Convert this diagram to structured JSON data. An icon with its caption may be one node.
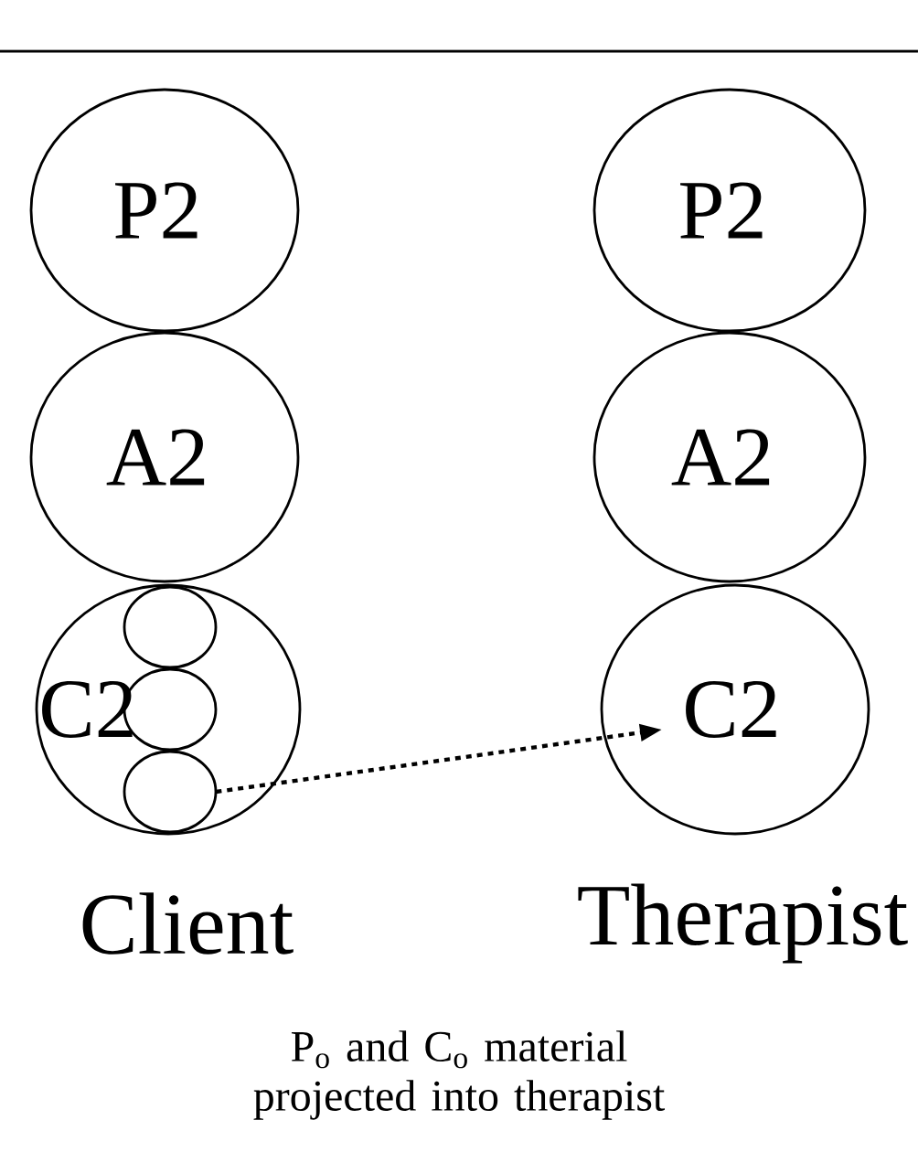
{
  "diagram": {
    "caption": "P$_{o}$ and C$_{o}$ material projected into therapist",
    "nodes": [
      {
        "text": [
          "P2"
        ]
      },
      {
        "text": [
          "A2"
        ]
      },
      {
        "text": [
          "C2"
        ]
      },
      {
        "text": [],
        "shape": "circle",
        "in": 2
      },
      {
        "text": [],
        "shape": "circle",
        "in": 2
      },
      {
        "text": [],
        "shape": "circle",
        "in": 2
      },
      {
        "text": [
          "P2"
        ]
      },
      {
        "text": [
          "A2"
        ]
      },
      {
        "text": [
          "C2"
        ]
      }
    ],
    "edges": [
      {
        "from": 5,
        "to": 8,
        "arrow": "to",
        "style": "dashed"
      }
    ],
    "labels": [
      "Client",
      "Therapist"
    ]
  }
}
